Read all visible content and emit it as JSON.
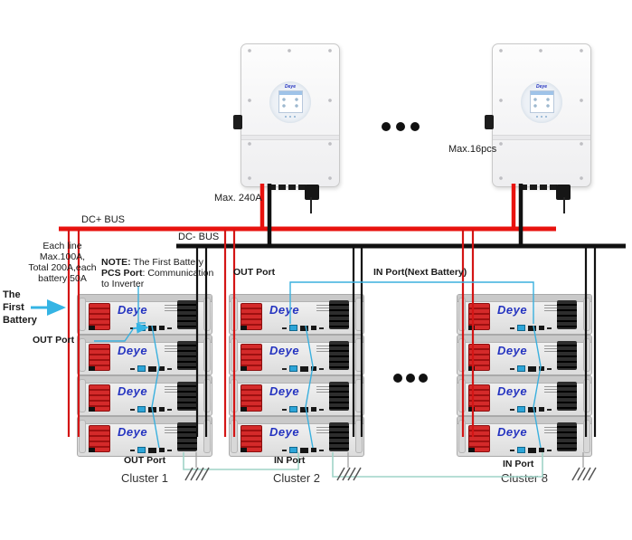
{
  "brand": "Deye",
  "labels": {
    "max_current": "Max. 240A",
    "max_units": "Max.16pcs",
    "dc_plus_bus": "DC+ BUS",
    "dc_minus_bus": "DC- BUS"
  },
  "line_spec": {
    "l1": "Each line",
    "l2": "Max.100A,",
    "l3": "Total 200A,each",
    "l4": "battery 50A"
  },
  "note": {
    "b1": "NOTE:",
    "t1": " The First Battery",
    "b2": "PCS Port",
    "t2": ": Communication",
    "t3": "to Inverter"
  },
  "first_battery": {
    "l1": "The",
    "l2": "First",
    "l3": "Battery"
  },
  "ports": {
    "out_first": "OUT Port",
    "out_cluster_top": "OUT Port",
    "in_next_battery": "IN Port(Next Battery)",
    "out_cluster_bottom": "OUT Port",
    "in_cluster2": "IN Port",
    "in_cluster8": "IN Port"
  },
  "clusters": [
    {
      "name": "Cluster 1"
    },
    {
      "name": "Cluster 2"
    },
    {
      "name": "Cluster 8"
    }
  ],
  "icons": {
    "ellipsis_inverters": "more-inverters-dots",
    "ellipsis_clusters": "more-clusters-dots",
    "ground": "earth-ground-symbol",
    "arrow": "first-battery-pointer-arrow"
  },
  "colors": {
    "dc_plus": "#e8120e",
    "dc_minus": "#111111",
    "comm": "#3ab0de",
    "daisy_chain": "#9fd3c7",
    "brand_blue": "#2433c0",
    "battery_positive": "#c91f1f",
    "battery_negative": "#1a1a1a"
  }
}
